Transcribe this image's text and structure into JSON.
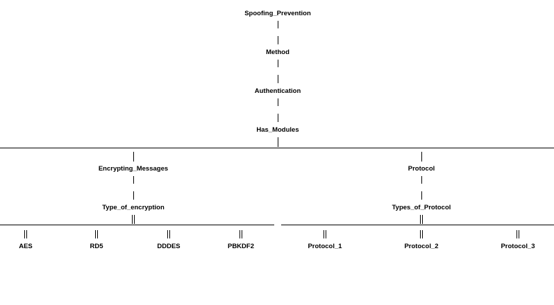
{
  "nodes": {
    "root": "Spoofing_Prevention",
    "method": "Method",
    "authentication": "Authentication",
    "has_modules": "Has_Modules",
    "encrypting_messages": "Encrypting_Messages",
    "type_of_encryption": "Type_of_encryption",
    "protocol": "Protocol",
    "types_of_protocol": "Types_of_Protocol",
    "encryption_types": [
      "AES",
      "RD5",
      "DDDES",
      "PBKDF2"
    ],
    "protocol_types": [
      "Protocol_1",
      "Protocol_2",
      "Protocol_3"
    ]
  },
  "colors": {
    "background": "#ffffff",
    "line": "#000000",
    "text": "#000000"
  }
}
